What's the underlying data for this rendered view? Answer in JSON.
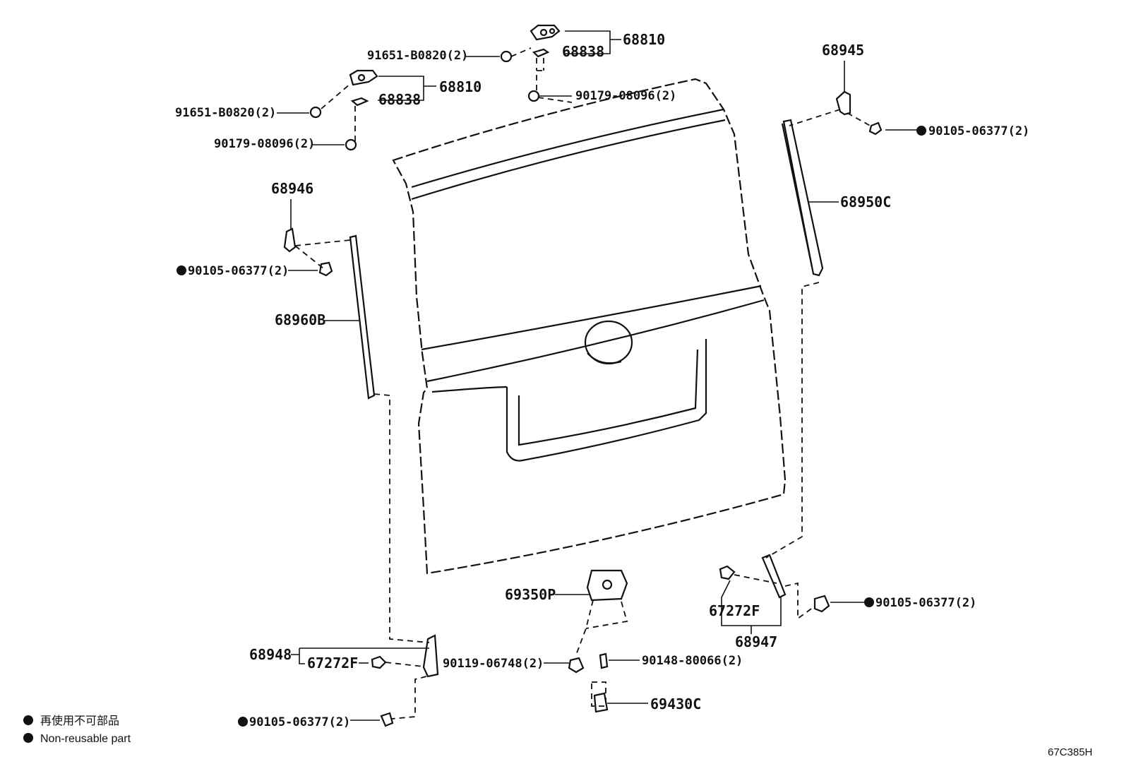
{
  "labels": {
    "p68810_top": "68810",
    "p68838_top": "68838",
    "p91651_top": "91651-B0820(2)",
    "p90179_top": "90179-08096(2)",
    "p68810_left": "68810",
    "p68838_left": "68838",
    "p91651_left": "91651-B0820(2)",
    "p90179_left": "90179-08096(2)",
    "p68945": "68945",
    "p90105_tr": "90105-06377(2)",
    "p68950c": "68950C",
    "p68946": "68946",
    "p90105_ml": "90105-06377(2)",
    "p68960b": "68960B",
    "p69350p": "69350P",
    "p67272f_r": "67272F",
    "p68947": "68947",
    "p90105_br": "90105-06377(2)",
    "p68948": "68948",
    "p67272f_l": "67272F",
    "p90119": "90119-06748(2)",
    "p90148": "90148-80066(2)",
    "p69430c": "69430C",
    "p90105_bl": "90105-06377(2)"
  },
  "legend": {
    "item1": "再使用不可部品",
    "item2": "Non-reusable part"
  },
  "diagram_code": "67C385H"
}
